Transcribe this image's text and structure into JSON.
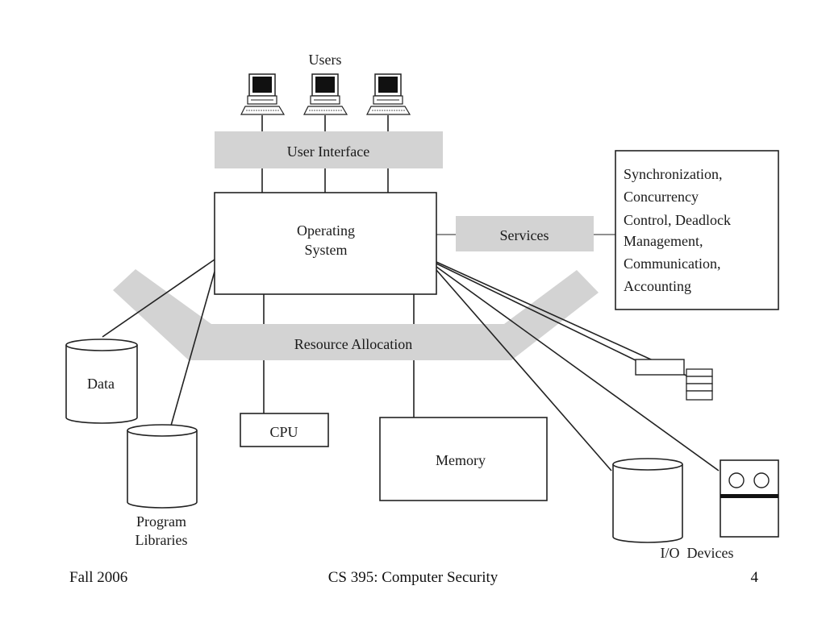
{
  "diagram": {
    "users_label": "Users",
    "user_interface_label": "User Interface",
    "operating_system_lines": [
      "Operating",
      "System"
    ],
    "services_label": "Services",
    "services_description_lines": [
      "Synchronization,",
      "Concurrency",
      "Control, Deadlock",
      "Management,",
      "Communication,",
      "Accounting"
    ],
    "resource_allocation_label": "Resource Allocation",
    "data_label": "Data",
    "program_libraries_lines": [
      "Program",
      "Libraries"
    ],
    "cpu_label": "CPU",
    "memory_label": "Memory",
    "io_devices_label": "I/O  Devices",
    "colors": {
      "band": "#d3d3d3",
      "stroke": "#222222"
    }
  },
  "footer": {
    "left": "Fall 2006",
    "center": "CS 395: Computer Security",
    "right": "4"
  }
}
